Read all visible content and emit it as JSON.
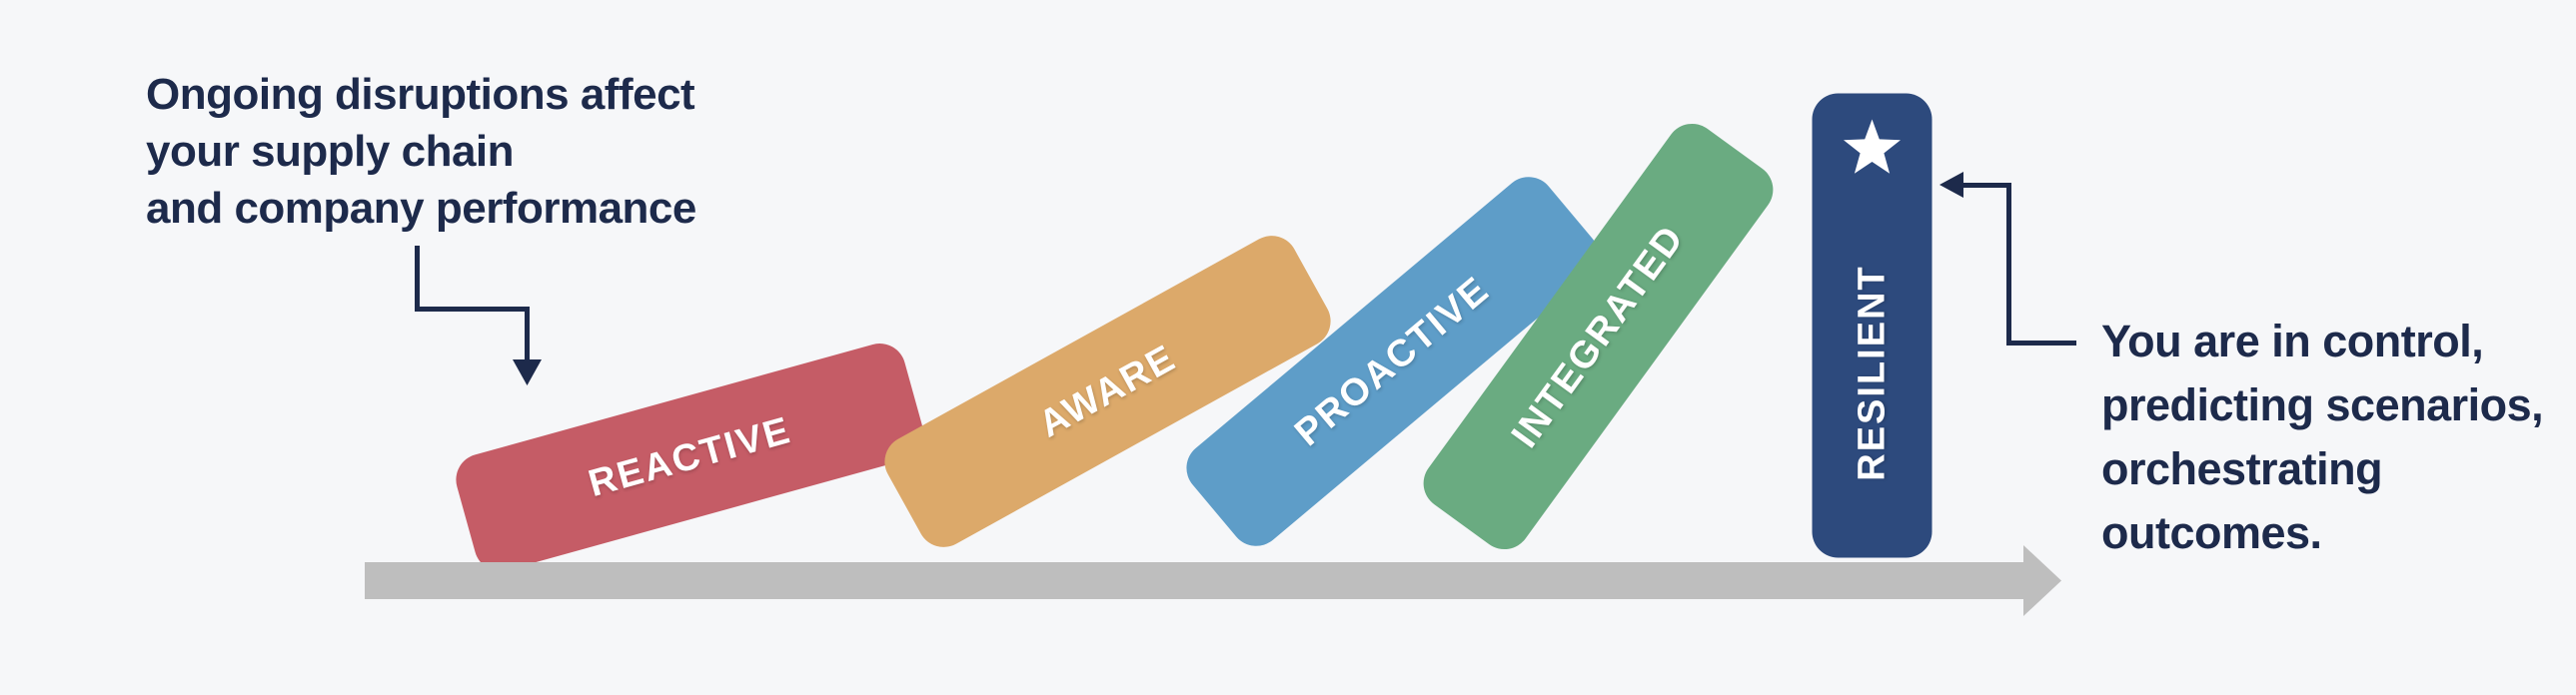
{
  "title": "Supply chain resilience maturity dominoes",
  "background_color": "#F6F7F9",
  "text_color": "#1D2A4B",
  "connector_color": "#1D2A4B",
  "annotations": {
    "left": {
      "lines": [
        "Ongoing disruptions affect",
        "your supply chain",
        "and company performance"
      ]
    },
    "right": {
      "lines": [
        "You are in control,",
        "predicting scenarios,",
        "orchestrating outcomes."
      ]
    }
  },
  "stages": [
    {
      "label": "REACTIVE",
      "color": "#C55C66"
    },
    {
      "label": "AWARE",
      "color": "#DCA96A"
    },
    {
      "label": "PROACTIVE",
      "color": "#5E9DC8"
    },
    {
      "label": "INTEGRATED",
      "color": "#6AAB81"
    },
    {
      "label": "RESILIENT",
      "color": "#2D4A7D",
      "icon": "star-icon",
      "icon_color": "#FFFFFF"
    }
  ],
  "baseline": {
    "color": "#BEBEBE"
  }
}
